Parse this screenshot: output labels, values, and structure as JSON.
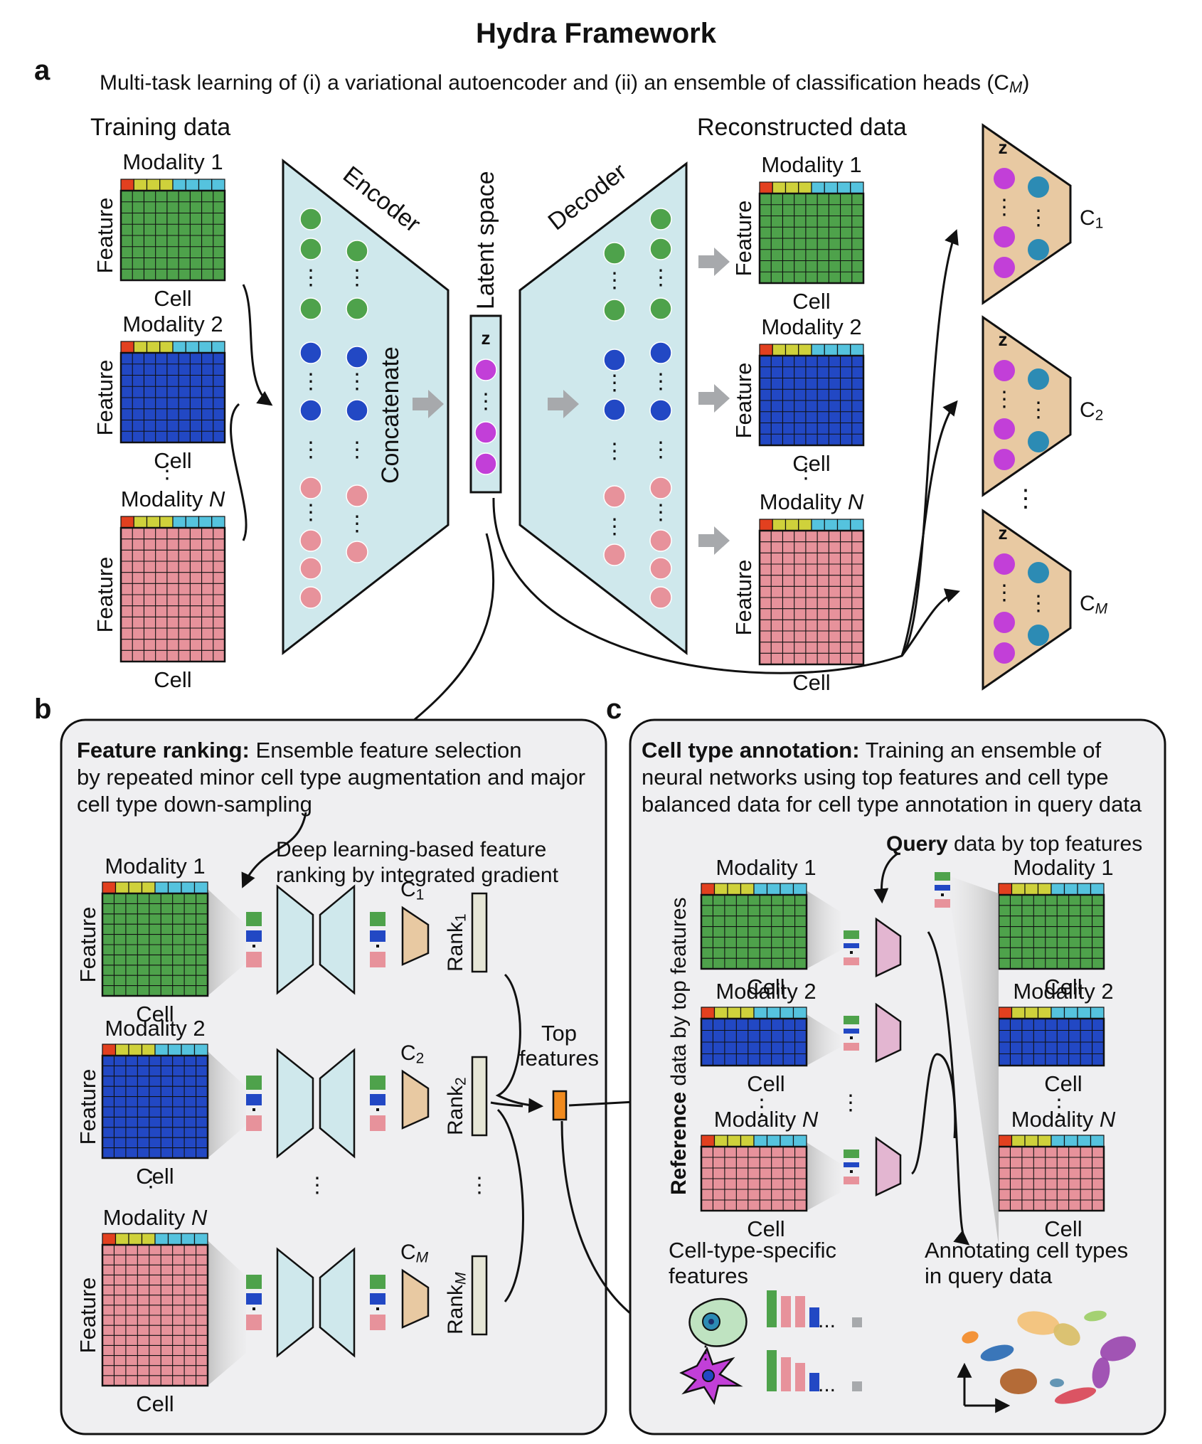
{
  "title": "Hydra Framework",
  "panel_a": {
    "letter": "a",
    "subtitle_main": "Multi-task learning of (i) a variational autoencoder and (ii) an ensemble of classification heads (C",
    "subtitle_sub": "M",
    "subtitle_end": ")",
    "training_label": "Training data",
    "reconstructed_label": "Reconstructed data",
    "modality_1": "Modality 1",
    "modality_2": "Modality 2",
    "modality_n_prefix": "Modality ",
    "modality_n_suffix": "N",
    "feature": "Feature",
    "cell": "Cell",
    "ellipsis": "⋮",
    "encoder": "Encoder",
    "decoder": "Decoder",
    "latent_space": "Latent space",
    "concatenate": "Concatenate",
    "z": "z",
    "heads": [
      {
        "main": "C",
        "sub": "1"
      },
      {
        "main": "C",
        "sub": "2"
      },
      {
        "main": "C",
        "sub": "M"
      }
    ]
  },
  "panel_b": {
    "letter": "b",
    "heading_bold": "Feature ranking:",
    "heading_line1": "Ensemble feature selection",
    "heading_line2": "by repeated minor cell type augmentation and major",
    "heading_line3": "cell type down-sampling",
    "deep_line1": "Deep learning-based feature",
    "deep_line2": "ranking by integrated gradient",
    "heads": [
      {
        "main": "C",
        "sub": "1"
      },
      {
        "main": "C",
        "sub": "2"
      },
      {
        "main": "C",
        "sub": "M"
      }
    ],
    "ranks": [
      {
        "main": "Rank",
        "sub": "1"
      },
      {
        "main": "Rank",
        "sub": "2"
      },
      {
        "main": "Rank",
        "sub": "M"
      }
    ],
    "top_line1": "Top",
    "top_line2": "features"
  },
  "panel_c": {
    "letter": "c",
    "heading_bold": "Cell type annotation:",
    "heading_line1": "Training an ensemble of",
    "heading_line2": "neural networks using top features and cell type",
    "heading_line3": "balanced data for cell type annotation in query data",
    "query_bold": "Query",
    "query_rest": " data by top features",
    "reference_bold": "Reference",
    "reference_rest": " data by top features",
    "specific_line1": "Cell-type-specific",
    "specific_line2": "features",
    "annot_line1": "Annotating cell types",
    "annot_line2": "in query data",
    "dots": "..."
  },
  "colors": {
    "green": "#4ea24b",
    "blue": "#2248c4",
    "pink": "#e7929b",
    "purple": "#c23fd8",
    "teal": "#2c8bb4",
    "trap": "#cfe8ec",
    "head": "#e8c9a2",
    "panel_bg": "#efeff1",
    "orange": "#f08a1e",
    "mauve": "#e3b6d1",
    "arrow_gray": "#a7a9ac"
  }
}
